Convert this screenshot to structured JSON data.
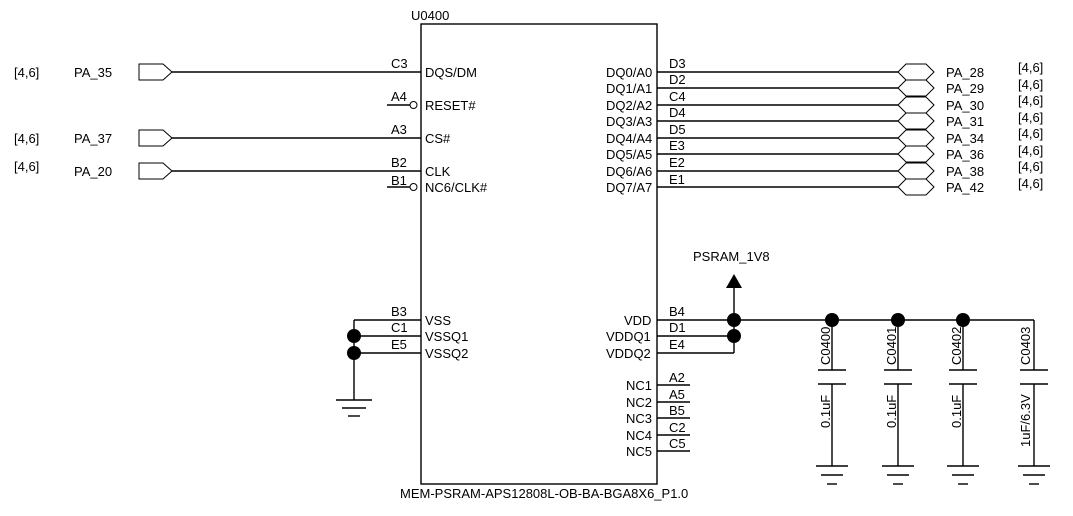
{
  "chip": {
    "refdes": "U0400",
    "part_name": "MEM-PSRAM-APS12808L-OB-BA-BGA8X6_P1.0"
  },
  "left_pins": [
    {
      "ball": "C3",
      "name": "DQS/DM"
    },
    {
      "ball": "A4",
      "name": "RESET#"
    },
    {
      "ball": "A3",
      "name": "CS#"
    },
    {
      "ball": "B2",
      "name": "CLK"
    },
    {
      "ball": "B1",
      "name": "NC6/CLK#"
    },
    {
      "ball": "B3",
      "name": "VSS"
    },
    {
      "ball": "C1",
      "name": "VSSQ1"
    },
    {
      "ball": "E5",
      "name": "VSSQ2"
    }
  ],
  "right_pins": [
    {
      "ball": "D3",
      "name": "DQ0/A0"
    },
    {
      "ball": "D2",
      "name": "DQ1/A1"
    },
    {
      "ball": "C4",
      "name": "DQ2/A2"
    },
    {
      "ball": "D4",
      "name": "DQ3/A3"
    },
    {
      "ball": "D5",
      "name": "DQ4/A4"
    },
    {
      "ball": "E3",
      "name": "DQ5/A5"
    },
    {
      "ball": "E2",
      "name": "DQ6/A6"
    },
    {
      "ball": "E1",
      "name": "DQ7/A7"
    },
    {
      "ball": "B4",
      "name": "VDD"
    },
    {
      "ball": "D1",
      "name": "VDDQ1"
    },
    {
      "ball": "E4",
      "name": "VDDQ2"
    },
    {
      "ball": "A2",
      "name": "NC1"
    },
    {
      "ball": "A5",
      "name": "NC2"
    },
    {
      "ball": "B5",
      "name": "NC3"
    },
    {
      "ball": "C2",
      "name": "NC4"
    },
    {
      "ball": "C5",
      "name": "NC5"
    }
  ],
  "left_ports": [
    {
      "net": "PA_35",
      "pages": "[4,6]"
    },
    {
      "net": "PA_37",
      "pages": "[4,6]"
    },
    {
      "net": "PA_20",
      "pages": "[4,6]"
    }
  ],
  "right_ports": [
    {
      "net": "PA_28",
      "pages": "[4,6]"
    },
    {
      "net": "PA_29",
      "pages": "[4,6]"
    },
    {
      "net": "PA_30",
      "pages": "[4,6]"
    },
    {
      "net": "PA_31",
      "pages": "[4,6]"
    },
    {
      "net": "PA_34",
      "pages": "[4,6]"
    },
    {
      "net": "PA_36",
      "pages": "[4,6]"
    },
    {
      "net": "PA_38",
      "pages": "[4,6]"
    },
    {
      "net": "PA_42",
      "pages": "[4,6]"
    }
  ],
  "power_rail": {
    "name": "PSRAM_1V8"
  },
  "capacitors": [
    {
      "refdes": "C0400",
      "value": "0.1uF"
    },
    {
      "refdes": "C0401",
      "value": "0.1uF"
    },
    {
      "refdes": "C0402",
      "value": "0.1uF"
    },
    {
      "refdes": "C0403",
      "value": "1uF/6.3V"
    }
  ]
}
